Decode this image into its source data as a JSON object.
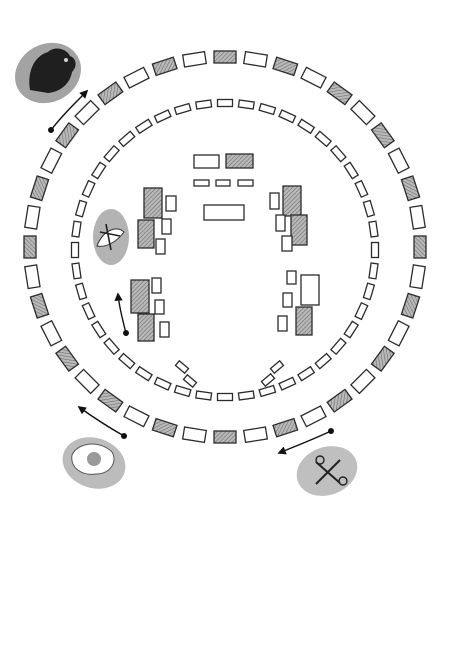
{
  "diagram": {
    "description_text": "",
    "rings": [
      {
        "name": "outer-ring",
        "block_count": 40
      },
      {
        "name": "inner-ring",
        "block_count": 44
      }
    ],
    "icons": [
      {
        "name": "bear-icon",
        "color": "#9a9a9a"
      },
      {
        "name": "fish-icon",
        "color": "#a8a8a8"
      },
      {
        "name": "egg-icon",
        "color": "#b0b0b0"
      },
      {
        "name": "scissors-icon",
        "color": "#b5b5b5"
      }
    ],
    "arrows": [
      "arrow-bear",
      "arrow-egg",
      "arrow-scissors",
      "arrow-fish"
    ],
    "colors": {
      "ink": "#2b2b2b",
      "shade": "#8c8c8c",
      "paper": "#ffffff"
    }
  }
}
